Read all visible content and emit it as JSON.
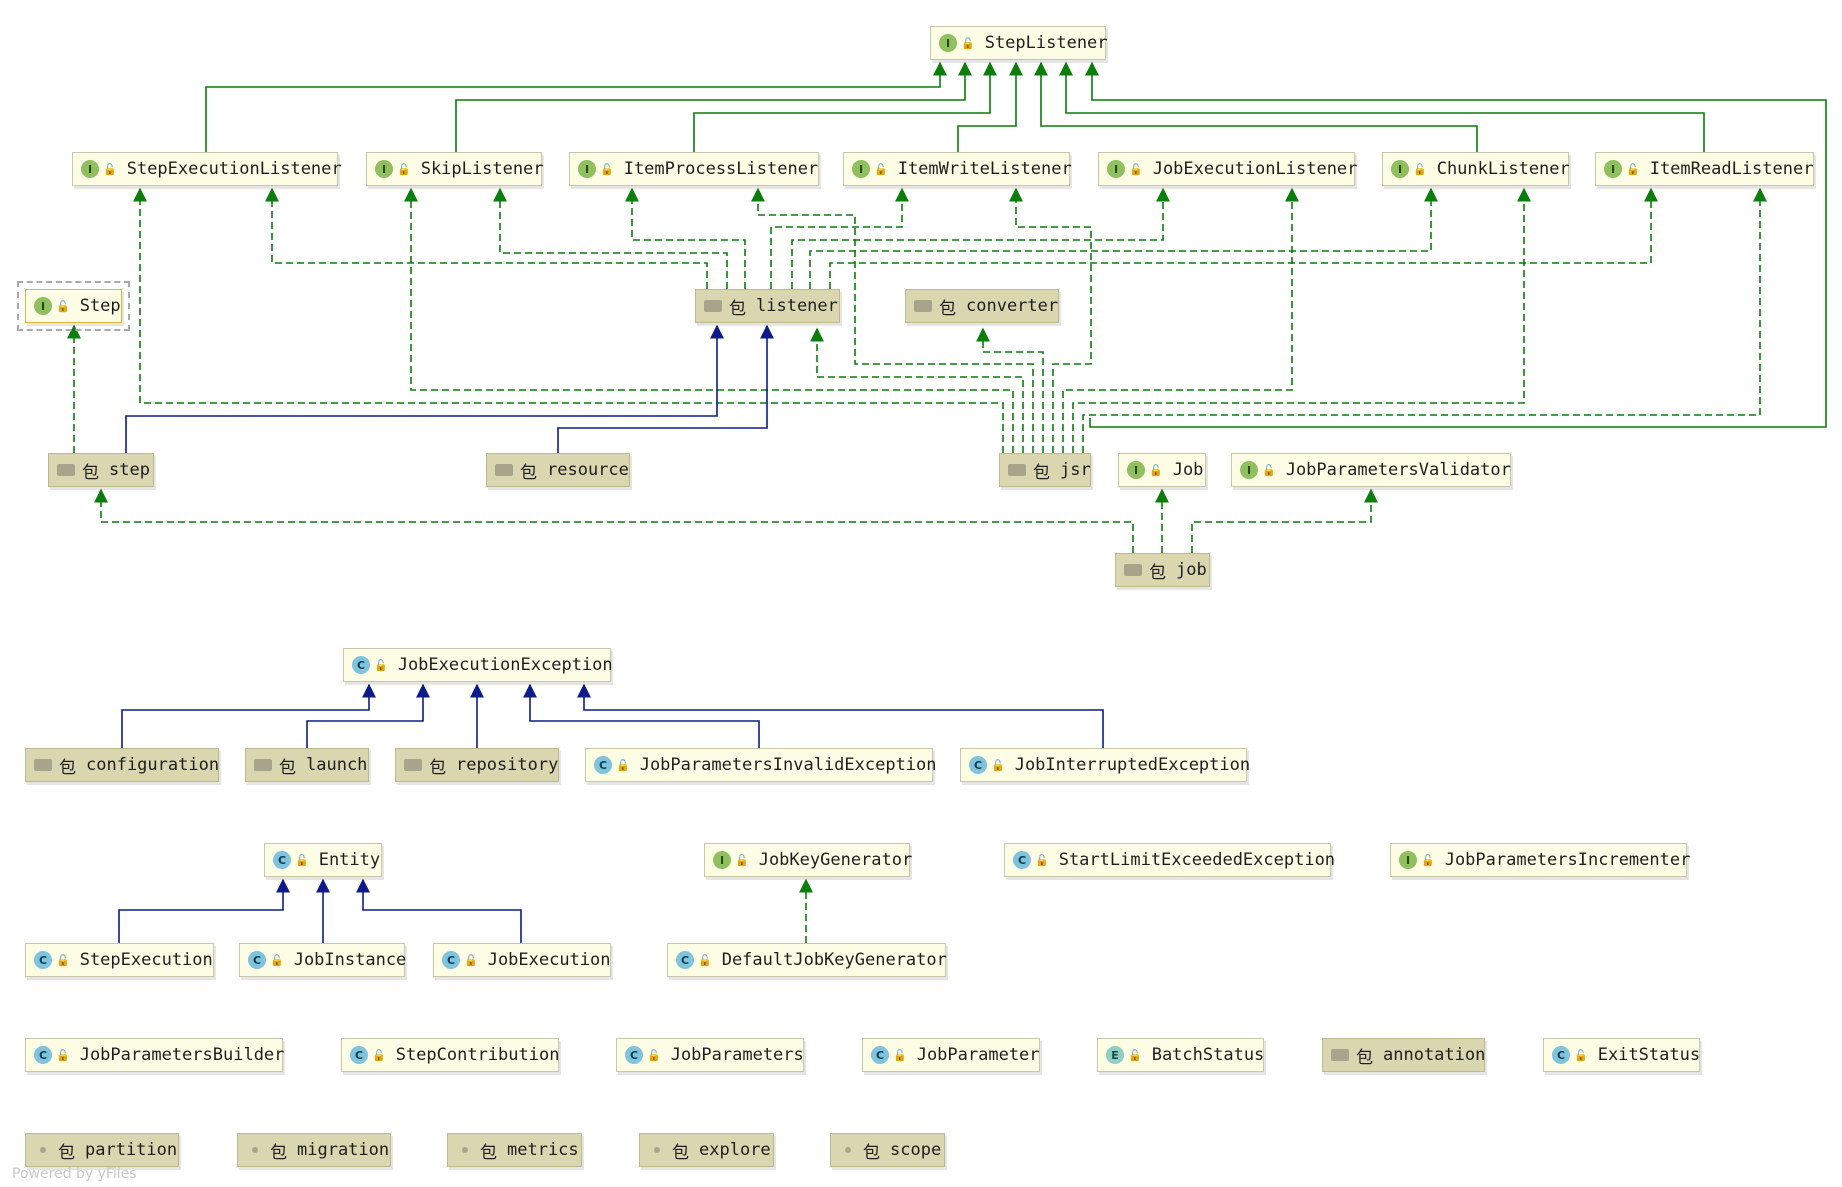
{
  "nodes": {
    "StepListener": {
      "badge": "I",
      "label": "StepListener"
    },
    "StepExecutionListener": {
      "badge": "I",
      "label": "StepExecutionListener"
    },
    "SkipListener": {
      "badge": "I",
      "label": "SkipListener"
    },
    "ItemProcessListener": {
      "badge": "I",
      "label": "ItemProcessListener"
    },
    "ItemWriteListener": {
      "badge": "I",
      "label": "ItemWriteListener"
    },
    "JobExecutionListener": {
      "badge": "I",
      "label": "JobExecutionListener"
    },
    "ChunkListener": {
      "badge": "I",
      "label": "ChunkListener"
    },
    "ItemReadListener": {
      "badge": "I",
      "label": "ItemReadListener"
    },
    "Step": {
      "badge": "I",
      "label": "Step"
    },
    "listener": {
      "prefix": "包",
      "label": "listener"
    },
    "converter": {
      "prefix": "包",
      "label": "converter"
    },
    "step": {
      "prefix": "包",
      "label": "step"
    },
    "resource": {
      "prefix": "包",
      "label": "resource"
    },
    "jsr": {
      "prefix": "包",
      "label": "jsr"
    },
    "Job": {
      "badge": "I",
      "label": "Job"
    },
    "JobParametersValidator": {
      "badge": "I",
      "label": "JobParametersValidator"
    },
    "job": {
      "prefix": "包",
      "label": "job"
    },
    "JobExecutionException": {
      "badge": "C",
      "label": "JobExecutionException"
    },
    "configuration": {
      "prefix": "包",
      "label": "configuration"
    },
    "launch": {
      "prefix": "包",
      "label": "launch"
    },
    "repository": {
      "prefix": "包",
      "label": "repository"
    },
    "JobParametersInvalidException": {
      "badge": "C",
      "label": "JobParametersInvalidException"
    },
    "JobInterruptedException": {
      "badge": "C",
      "label": "JobInterruptedException"
    },
    "Entity": {
      "badge": "C",
      "label": "Entity"
    },
    "JobKeyGenerator": {
      "badge": "I",
      "label": "JobKeyGenerator"
    },
    "StartLimitExceededException": {
      "badge": "C",
      "label": "StartLimitExceededException"
    },
    "JobParametersIncrementer": {
      "badge": "I",
      "label": "JobParametersIncrementer"
    },
    "StepExecution": {
      "badge": "C",
      "label": "StepExecution"
    },
    "JobInstance": {
      "badge": "C",
      "label": "JobInstance"
    },
    "JobExecution": {
      "badge": "C",
      "label": "JobExecution"
    },
    "DefaultJobKeyGenerator": {
      "badge": "C",
      "label": "DefaultJobKeyGenerator"
    },
    "JobParametersBuilder": {
      "badge": "C",
      "label": "JobParametersBuilder"
    },
    "StepContribution": {
      "badge": "C",
      "label": "StepContribution"
    },
    "JobParameters": {
      "badge": "C",
      "label": "JobParameters"
    },
    "JobParameter": {
      "badge": "C",
      "label": "JobParameter"
    },
    "BatchStatus": {
      "badge": "E",
      "label": "BatchStatus"
    },
    "annotation": {
      "prefix": "包",
      "label": "annotation"
    },
    "ExitStatus": {
      "badge": "C",
      "label": "ExitStatus"
    },
    "partition": {
      "prefix": "包",
      "label": "partition"
    },
    "migration": {
      "prefix": "包",
      "label": "migration"
    },
    "metrics": {
      "prefix": "包",
      "label": "metrics"
    },
    "explore": {
      "prefix": "包",
      "label": "explore"
    },
    "scope": {
      "prefix": "包",
      "label": "scope"
    }
  },
  "footer": {
    "credit": "Powered by yFiles"
  },
  "colors": {
    "realization": "#0a7d0a",
    "inheritance": "#0d1a8a",
    "class_fill": "#fdfde6",
    "package_fill": "#d9d6b0"
  }
}
